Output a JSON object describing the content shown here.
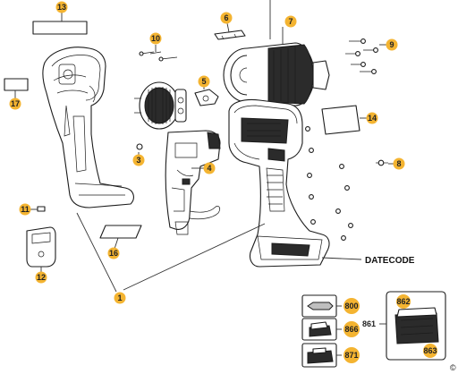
{
  "callouts": {
    "c13": "13",
    "c6": "6",
    "c7": "7",
    "c10": "10",
    "c9": "9",
    "c17": "17",
    "c5": "5",
    "c14": "14",
    "c3": "3",
    "c4": "4",
    "c8": "8",
    "c11": "11",
    "c16": "16",
    "c12": "12",
    "c1": "1",
    "c800": "800",
    "c861": "861",
    "c862": "862",
    "c866": "866",
    "c863": "863",
    "c871": "871"
  },
  "datecode_label": "DATECODE",
  "copyright": "©",
  "colors": {
    "callout_fill": "#f4b431",
    "line": "#1c1c1c",
    "dark_part": "#2b2b2b"
  }
}
